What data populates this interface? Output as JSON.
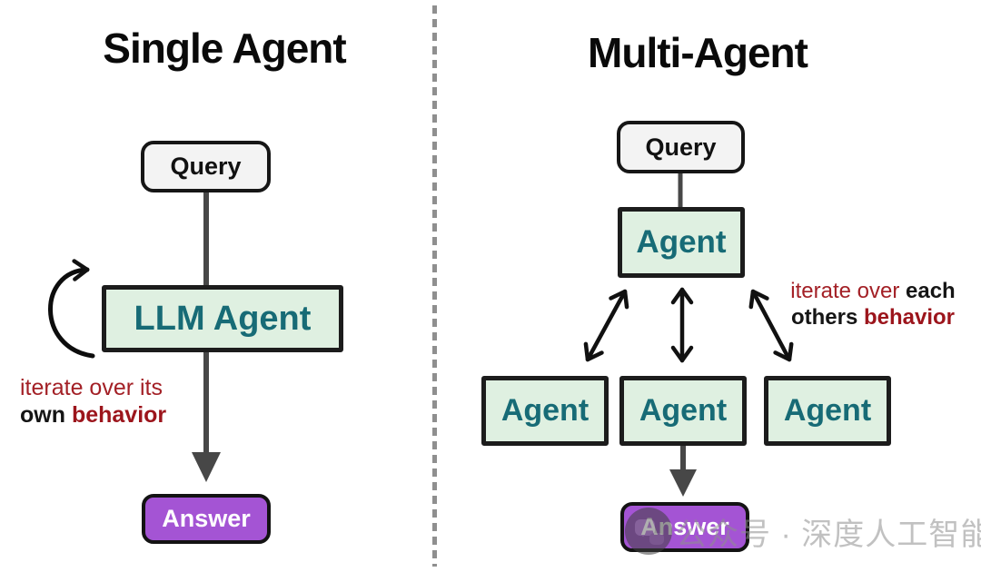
{
  "left_panel": {
    "title": "Single Agent",
    "query_label": "Query",
    "agent_label": "LLM Agent",
    "answer_label": "Answer",
    "note": {
      "line1_red": "iterate over its",
      "word_black": "own ",
      "word_red": "behavior"
    }
  },
  "right_panel": {
    "title": "Multi-Agent",
    "query_label": "Query",
    "top_agent_label": "Agent",
    "agents": [
      {
        "label": "Agent"
      },
      {
        "label": "Agent"
      },
      {
        "label": "Agent"
      }
    ],
    "answer_label": "Answer",
    "note": {
      "red1": "iterate over ",
      "black1": "each",
      "black2": "others ",
      "red2": "behavior"
    }
  },
  "watermark": {
    "text": "公众号 · 深度人工智能"
  },
  "colors": {
    "box_green_fill": "#dff0e1",
    "box_teal_text": "#176b76",
    "query_fill": "#f3f3f3",
    "answer_purple": "#a454d4",
    "note_red": "#a32026",
    "arrow_gray": "#474747",
    "arrow_black": "#111111",
    "divider_gray": "#8f8f8f"
  }
}
